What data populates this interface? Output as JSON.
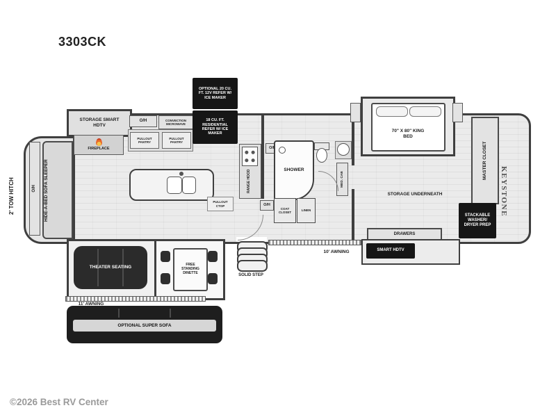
{
  "header": {
    "model": "3303CK"
  },
  "footer": {
    "copyright": "©2026 Best RV Center"
  },
  "brand": {
    "logo": "KEYSTONE"
  },
  "labels": {
    "tow_hitch": "2' TOW HITCH",
    "front_oh": "O/H",
    "hide_a_bed": "HIDE-A-BED SOFA SLEEPER",
    "storage_smart_hdtv": "STORAGE SMART HDTV",
    "fireplace": "FIREPLACE",
    "kitchen_oh": "O/H",
    "convection_microwave": "CONVECTION MICROWAVE",
    "pullout_pantry_1": "PULLOUT PANTRY",
    "pullout_pantry_2": "PULLOUT PANTRY",
    "optional_refer": "OPTIONAL 20 CU. FT. 12V REFER W/ ICE MAKER",
    "residential_refer": "18 CU. FT. RESIDENTIAL REFER W/ ICE MAKER",
    "pullout_ctop": "PULLOUT CTOP",
    "range_hood": "RANGE HOOD",
    "shower": "SHOWER",
    "bath_oh_top": "O/H",
    "bath_oh_bottom": "O/H",
    "med_cab": "MED. CAB",
    "coat_closet": "COAT CLOSET",
    "linen": "LINEN",
    "king_bed": "70\" X 80\" KING BED",
    "storage_underneath": "STORAGE UNDERNEATH",
    "master_closet": "MASTER CLOSET",
    "washer_dryer": "STACKABLE WASHER/ DRYER PREP",
    "drawers": "DRAWERS",
    "smart_hdtv": "SMART HDTV",
    "awning_10": "10' AWNING",
    "solid_step": "SOLID STEP",
    "theater_seating": "THEATER SEATING",
    "dinette": "FREE STANDING DINETTE",
    "awning_11": "11' AWNING",
    "super_sofa": "OPTIONAL SUPER SOFA"
  },
  "colors": {
    "wall": "#3f3f3f",
    "floor": "#ebebeb",
    "appliance_black": "#161616",
    "flame_orange": "#e8682a",
    "watermark": "#9a9a9a"
  }
}
